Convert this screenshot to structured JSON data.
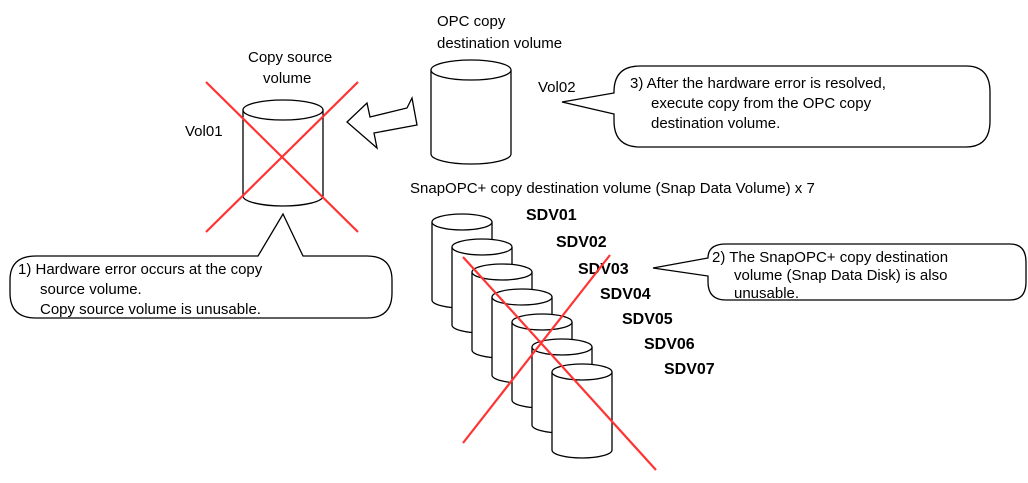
{
  "source_volume": {
    "title_line1": "Copy source",
    "title_line2": "volume",
    "name": "Vol01"
  },
  "opc_volume": {
    "title_line1": "OPC copy",
    "title_line2": "destination volume",
    "name": "Vol02"
  },
  "snap_heading": "SnapOPC+ copy destination volume (Snap Data Volume) x 7",
  "snap_volumes": [
    "SDV01",
    "SDV02",
    "SDV03",
    "SDV04",
    "SDV05",
    "SDV06",
    "SDV07"
  ],
  "callouts": {
    "c1": [
      "1) Hardware error occurs at the copy",
      "source volume.",
      "Copy source volume is unusable."
    ],
    "c2": [
      "2) The SnapOPC+ copy destination",
      "volume (Snap Data Disk) is also",
      "unusable."
    ],
    "c3": [
      "3) After the hardware error is resolved,",
      "execute copy from the OPC copy",
      "destination volume."
    ]
  },
  "colors": {
    "cross": "#ff3333",
    "outline": "#000000",
    "background": "#ffffff"
  }
}
